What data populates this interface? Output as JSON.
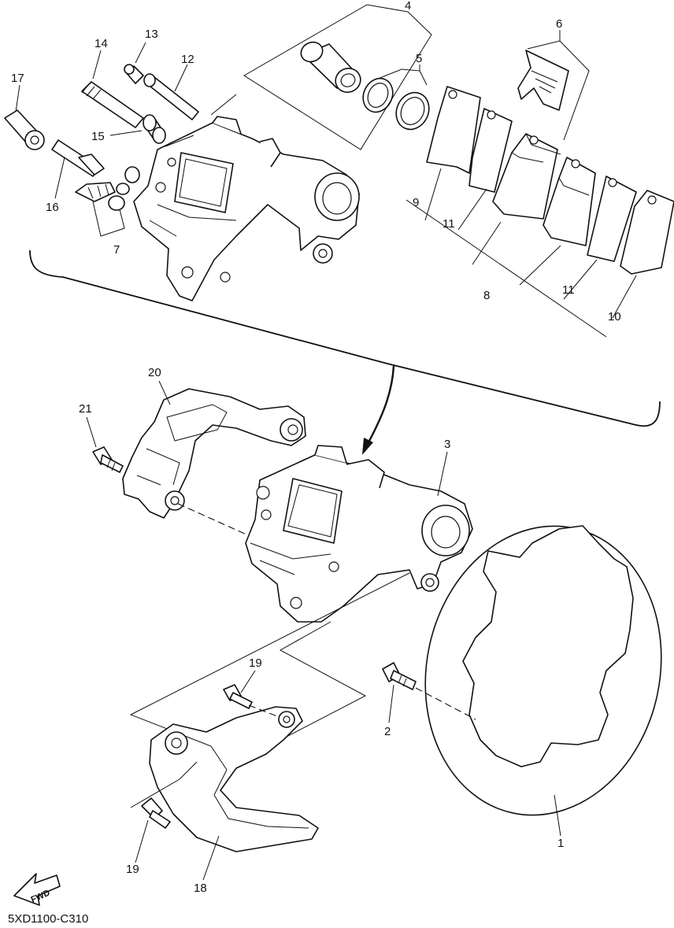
{
  "diagram": {
    "labels": {
      "l1": "1",
      "l2": "2",
      "l3": "3",
      "l4": "4",
      "l5": "5",
      "l6": "6",
      "l7": "7",
      "l8": "8",
      "l9": "9",
      "l10": "10",
      "l11a": "11",
      "l11b": "11",
      "l12": "12",
      "l13": "13",
      "l14": "14",
      "l15": "15",
      "l16": "16",
      "l17": "17",
      "l18": "18",
      "l19a": "19",
      "l19b": "19",
      "l20": "20",
      "l21": "21"
    },
    "fwd_label": "FWD",
    "drawing_code": "5XD1100-C310"
  }
}
